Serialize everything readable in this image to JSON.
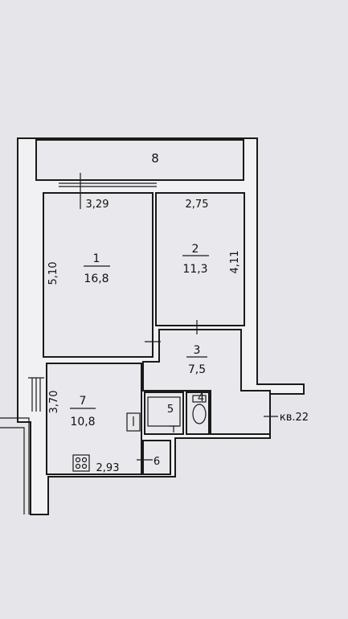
{
  "plan": {
    "rooms": [
      {
        "id": "room-1",
        "number": "1",
        "area": "16,8"
      },
      {
        "id": "room-2",
        "number": "2",
        "area": "11,3"
      },
      {
        "id": "room-3",
        "number": "3",
        "area": "7,5"
      },
      {
        "id": "room-7",
        "number": "7",
        "area": "10,8"
      }
    ],
    "labels": {
      "balcony": "8",
      "bath": "5",
      "wc": "4",
      "closet": "6",
      "apartment": "кв.22"
    },
    "dimensions": {
      "room1_width": "3,29",
      "room1_height": "5,10",
      "room2_width": "2,75",
      "room2_height": "4,11",
      "room7_height": "3,70",
      "room7_width": "2,93"
    }
  }
}
